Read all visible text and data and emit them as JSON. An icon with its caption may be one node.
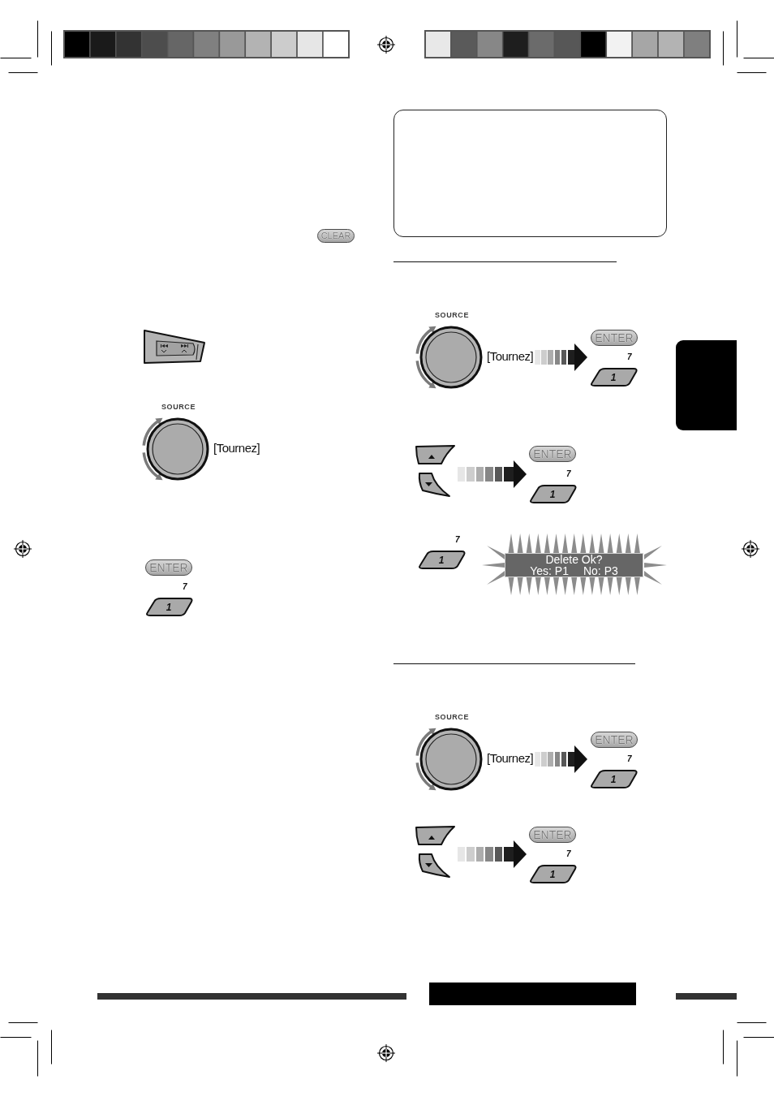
{
  "diagram": {
    "nodes": [
      {
        "text": [
          "CLEAR"
        ]
      },
      {
        "text": [
          "SOURCE"
        ],
        "beside": [
          "[Tournez]"
        ]
      },
      {
        "text": [
          "ENTER"
        ]
      },
      {
        "text": [
          "1"
        ],
        "beside": [
          "7"
        ]
      },
      {
        "text": [
          "SOURCE"
        ],
        "beside": [
          "[Tournez]"
        ]
      },
      {
        "text": [
          "ENTER"
        ]
      },
      {
        "text": [
          "1"
        ],
        "beside": [
          "7"
        ]
      },
      {
        "text": [],
        "shape": "picture"
      },
      {
        "text": [
          "ENTER"
        ]
      },
      {
        "text": [
          "1"
        ],
        "beside": [
          "7"
        ]
      },
      {
        "text": [
          "1"
        ],
        "beside": [
          "7"
        ]
      },
      {
        "text": [
          "Delete Ok?",
          "Yes: P1",
          "No: P3"
        ]
      },
      {
        "text": [
          "SOURCE"
        ],
        "beside": [
          "[Tournez]"
        ]
      },
      {
        "text": [
          "ENTER"
        ]
      },
      {
        "text": [
          "1"
        ],
        "beside": [
          "7"
        ]
      },
      {
        "text": [],
        "shape": "picture"
      },
      {
        "text": [
          "ENTER"
        ]
      },
      {
        "text": [
          "1"
        ],
        "beside": [
          "7"
        ]
      },
      {
        "text": [],
        "shape": "box"
      }
    ],
    "edges": [
      {
        "from": 4,
        "to": 6,
        "arrow": "to"
      },
      {
        "from": 7,
        "to": 9,
        "arrow": "to"
      },
      {
        "from": 12,
        "to": 14,
        "arrow": "to"
      },
      {
        "from": 15,
        "to": 17,
        "arrow": "to"
      }
    ]
  }
}
